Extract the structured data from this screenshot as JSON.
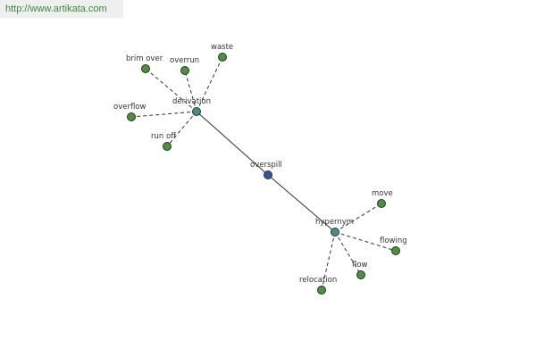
{
  "banner": {
    "url": "http://www.artikata.com"
  },
  "colors": {
    "center": "#3d4fa0",
    "hub": "#4a8c8c",
    "leaf": "#4f8f3f",
    "banner_text": "#3a8a3a"
  },
  "graph": {
    "center": {
      "label": "overspill",
      "kind": "center"
    },
    "hubs": [
      {
        "label": "derivation",
        "kind": "hub",
        "leaves": [
          "brim over",
          "overrun",
          "waste",
          "overflow",
          "run off"
        ]
      },
      {
        "label": "hypernym",
        "kind": "hub",
        "leaves": [
          "move",
          "flowing",
          "flow",
          "relocation"
        ]
      }
    ]
  }
}
